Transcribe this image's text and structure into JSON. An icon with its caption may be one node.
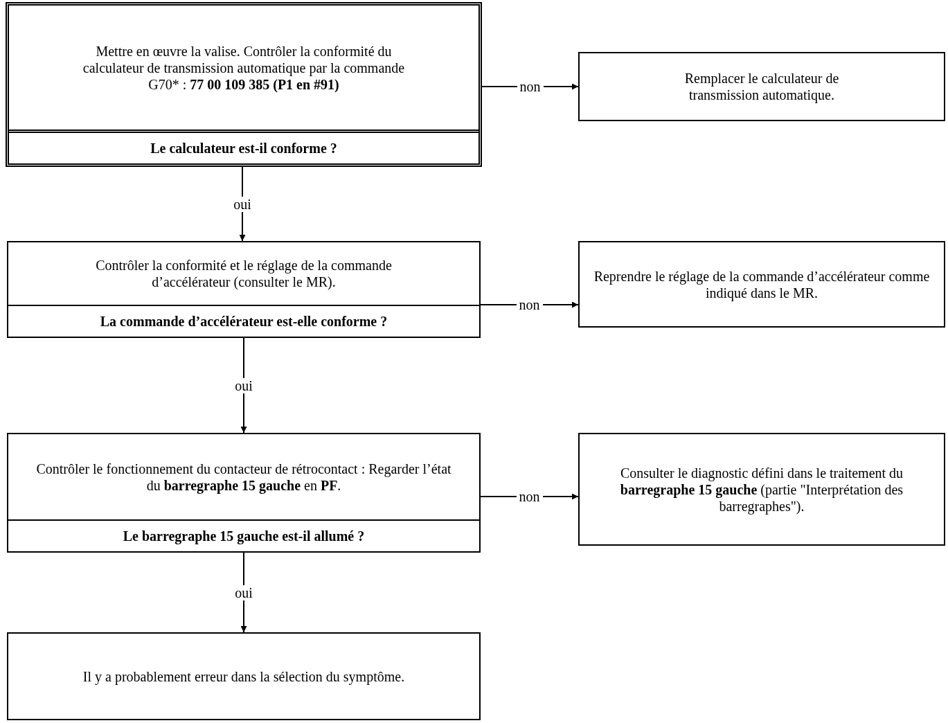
{
  "diagram": {
    "nodes": [
      {
        "text": [
          "Mettre en œuvre la valise. Contrôler la conformité du calculateur de transmission automatique par la commande G70* : **77 00 109 385 (P1 en #91)**",
          "Le calculateur est-il conforme ?"
        ]
      },
      {
        "text": [
          "Remplacer le calculateur de transmission automatique."
        ]
      },
      {
        "text": [
          "Contrôler la conformité et le réglage de la commande d’accélérateur (consulter le MR).",
          "La commande d’accélérateur est-elle conforme ?"
        ]
      },
      {
        "text": [
          "Reprendre le réglage de la commande d’accélérateur comme indiqué dans le MR."
        ]
      },
      {
        "text": [
          "Contrôler le fonctionnement du contacteur de rétrocontact : Regarder l’état du **barregraphe 15 gauche** en **PF**.",
          "Le barregraphe 15 gauche est-il allumé ?"
        ]
      },
      {
        "text": [
          "Consulter le diagnostic défini dans le traitement du **barregraphe 15 gauche** (partie \"Interprétation des barregraphes\")."
        ]
      },
      {
        "text": [
          "Il y a probablement erreur dans la sélection du symptôme."
        ]
      }
    ],
    "edges": [
      {
        "from": 0,
        "to": 1,
        "arrow": "to",
        "label": "non"
      },
      {
        "from": 0,
        "to": 2,
        "arrow": "to",
        "label": "oui"
      },
      {
        "from": 2,
        "to": 3,
        "arrow": "to",
        "label": "non"
      },
      {
        "from": 2,
        "to": 4,
        "arrow": "to",
        "label": "oui"
      },
      {
        "from": 4,
        "to": 5,
        "arrow": "to",
        "label": "non"
      },
      {
        "from": 4,
        "to": 6,
        "arrow": "to",
        "label": "oui"
      }
    ]
  }
}
